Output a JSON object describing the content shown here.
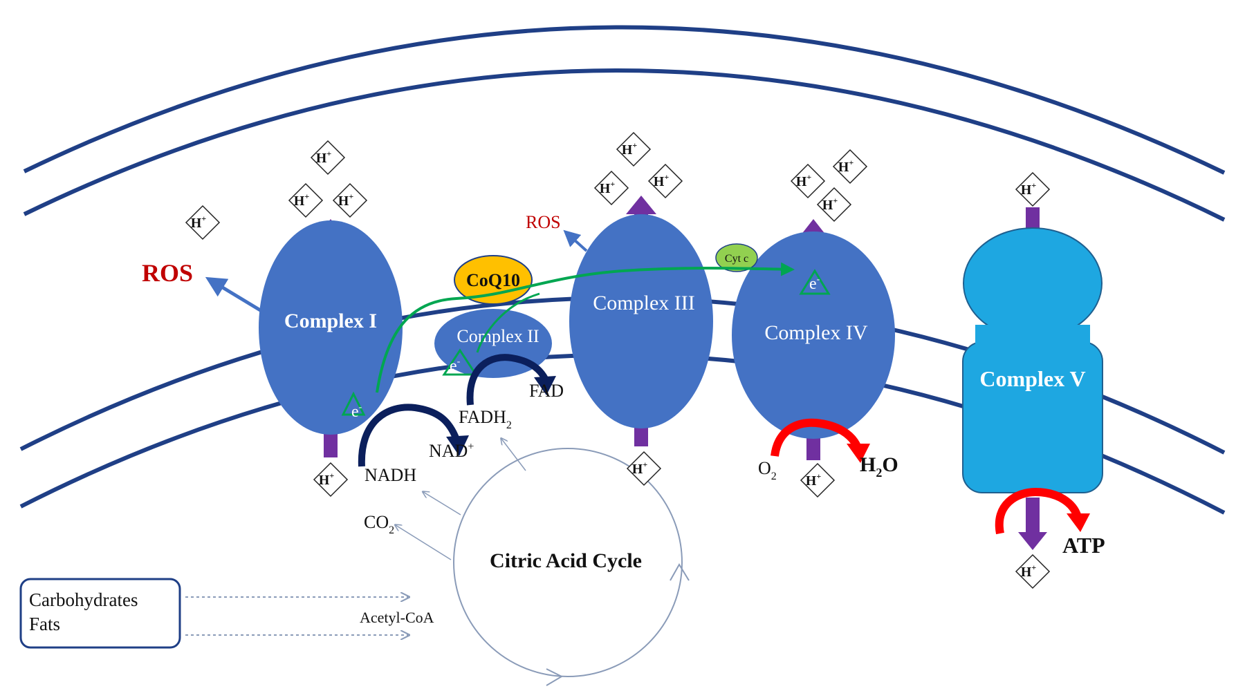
{
  "labels": {
    "complex_1": "Complex I",
    "complex_2": "Complex II",
    "complex_3": "Complex III",
    "complex_4": "Complex IV",
    "complex_5": "Complex V",
    "coq10": "CoQ10",
    "cytc": "Cyt c",
    "ros_large": "ROS",
    "ros_small": "ROS",
    "proton": "H",
    "proton_sup": "+",
    "electron": "e",
    "electron_sup": "-",
    "nad_plus": "NAD",
    "nad_sup": "+",
    "nadh": "NADH",
    "fad": "FAD",
    "fadh2": "FADH",
    "fadh2_sub": "2",
    "o2": "O",
    "o2_sub": "2",
    "h2o_h": "H",
    "h2o_sub": "2",
    "h2o_o": "O",
    "atp": "ATP",
    "co2": "CO",
    "co2_sub": "2",
    "citric_acid_cycle": "Citric Acid Cycle",
    "acetyl_coa": "Acetyl-CoA",
    "source_line1": "Carbohydrates",
    "source_line2": "Fats"
  },
  "colors": {
    "membrane": "#1f3f86",
    "complex_fill": "#4472c4",
    "complex5_fill": "#1ea7e1",
    "proton_arrow": "#7030a0",
    "ros_red": "#c00000",
    "coq10_fill": "#ffc000",
    "cytc_fill": "#92d050",
    "electron_path": "#00a651",
    "nad_arc": "#0b1f5c",
    "red_arc": "#ff0000"
  }
}
